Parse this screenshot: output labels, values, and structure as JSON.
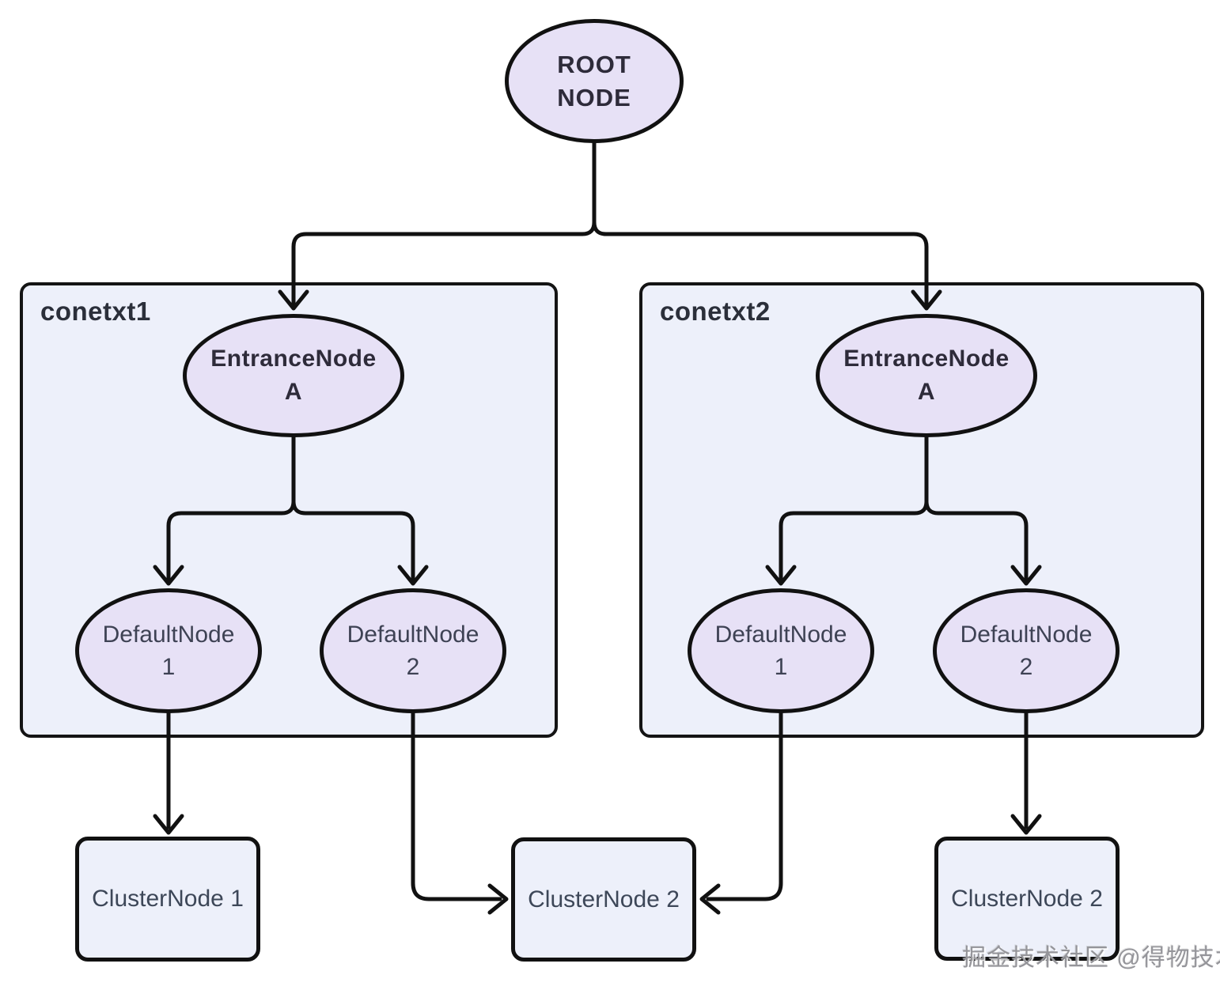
{
  "root": {
    "line1": "ROOT",
    "line2": "NODE"
  },
  "containers": [
    {
      "label": "conetxt1",
      "entrance": {
        "line1": "EntranceNode",
        "line2": "A"
      },
      "children": [
        {
          "line1": "DefaultNode",
          "line2": "1"
        },
        {
          "line1": "DefaultNode",
          "line2": "2"
        }
      ]
    },
    {
      "label": "conetxt2",
      "entrance": {
        "line1": "EntranceNode",
        "line2": "A"
      },
      "children": [
        {
          "line1": "DefaultNode",
          "line2": "1"
        },
        {
          "line1": "DefaultNode",
          "line2": "2"
        }
      ]
    }
  ],
  "clusters": [
    {
      "label": "ClusterNode 1"
    },
    {
      "label": "ClusterNode 2"
    },
    {
      "label": "ClusterNode 2"
    }
  ],
  "watermark": {
    "text": "掘金技术社区 @得物技术"
  },
  "colors": {
    "canvas_bg": "#ffffff",
    "container_fill": "#edf0fa",
    "ellipse_fill": "#e7e1f6",
    "cluster_fill": "#edf0fa",
    "stroke": "#111111",
    "bold_text": "#2e2b3a",
    "regular_text": "#3e4254",
    "watermark_text": "#95959a"
  }
}
